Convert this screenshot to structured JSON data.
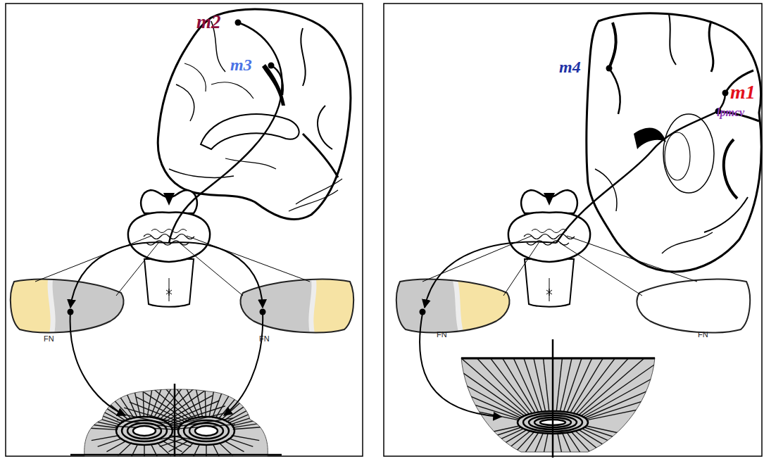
{
  "diagram": {
    "nodes": [
      {
        "text": [
          "FN"
        ]
      },
      {
        "text": [
          "FN"
        ]
      },
      {
        "text": [
          "FN"
        ]
      },
      {
        "text": [
          "FN"
        ]
      }
    ],
    "labels": [
      "m2",
      "m3",
      "m4",
      "m1",
      "lpmcv"
    ]
  }
}
